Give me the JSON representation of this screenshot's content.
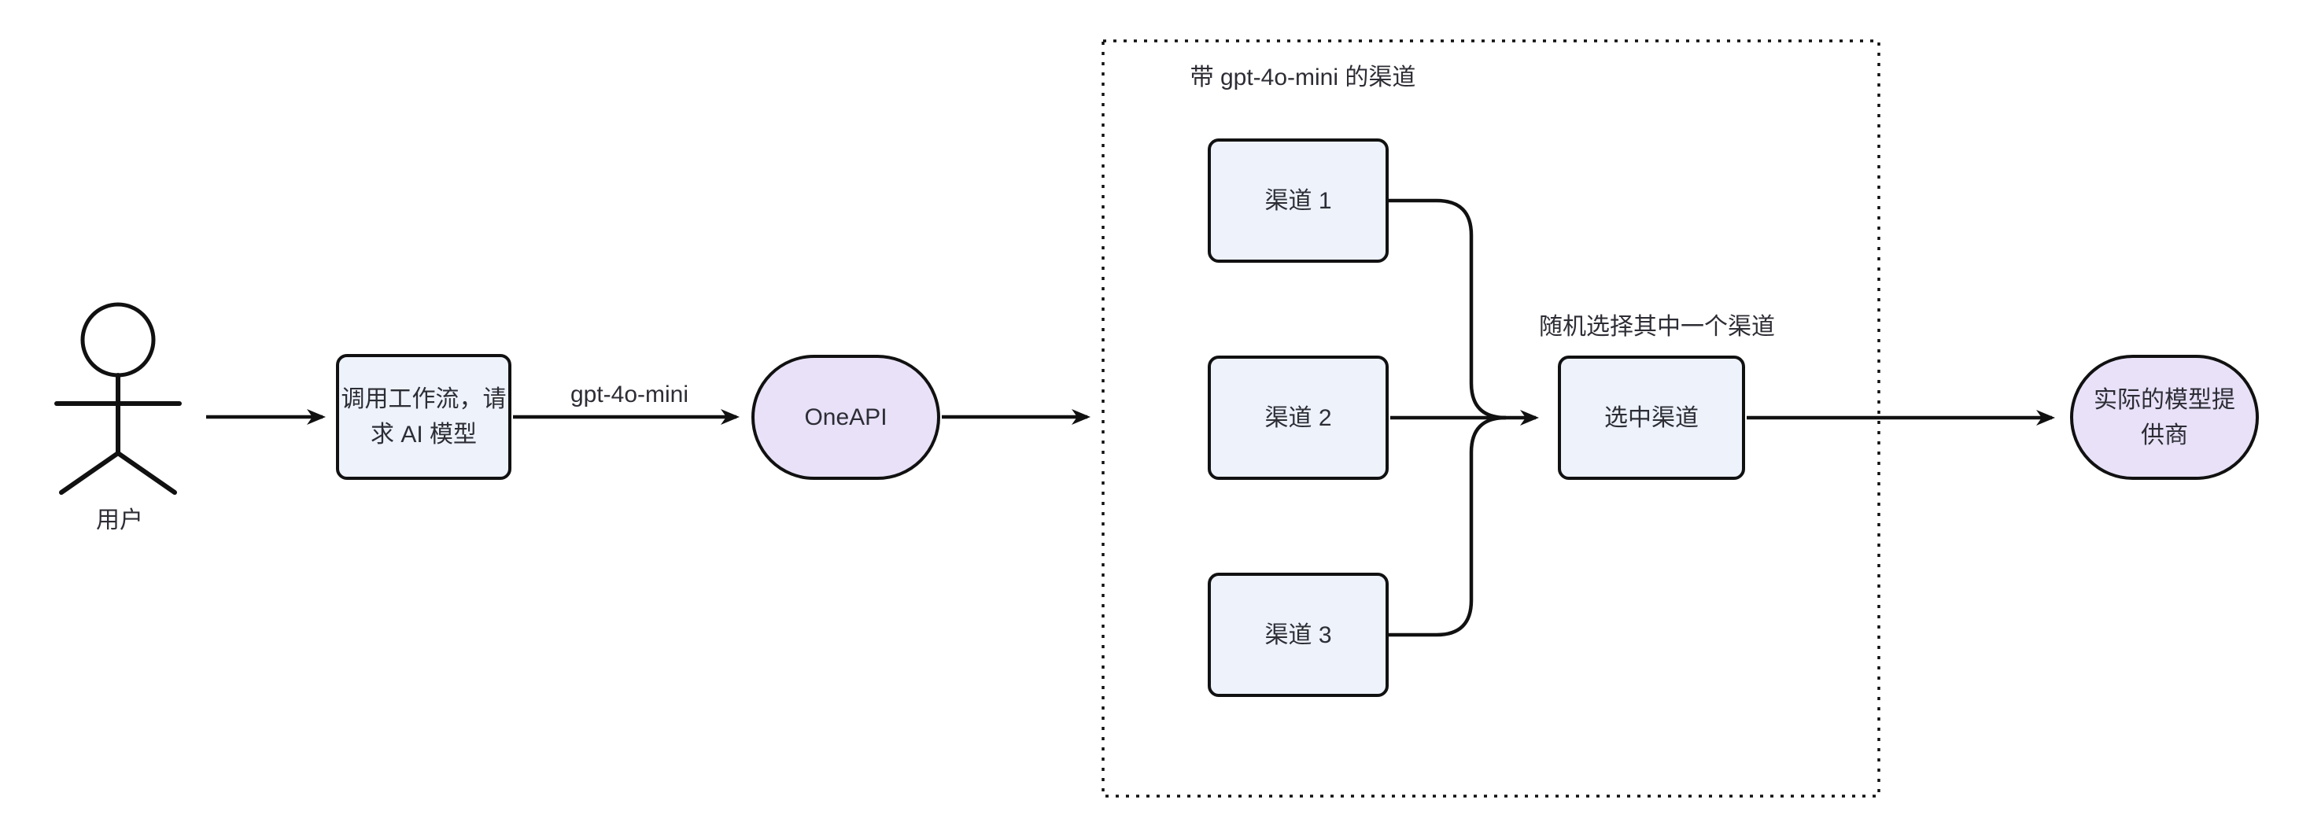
{
  "diagram": {
    "actor": {
      "label": "用户"
    },
    "nodes": {
      "workflow": {
        "lines": [
          "调用工作流，请",
          "求 AI 模型"
        ]
      },
      "oneapi": {
        "lines": [
          "OneAPI"
        ]
      },
      "channel1": {
        "lines": [
          "渠道 1"
        ]
      },
      "channel2": {
        "lines": [
          "渠道 2"
        ]
      },
      "channel3": {
        "lines": [
          "渠道 3"
        ]
      },
      "selected": {
        "lines": [
          "选中渠道"
        ]
      },
      "provider": {
        "lines": [
          "实际的模型提",
          "供商"
        ]
      }
    },
    "edge_labels": {
      "model": "gpt-4o-mini",
      "random_pick": "随机选择其中一个渠道"
    },
    "subgraph": {
      "title": "带 gpt-4o-mini 的渠道"
    },
    "colors": {
      "rect_fill": "#edf2fb",
      "stadium_fill": "#e8e1f8",
      "stroke": "#111111",
      "text": "#2d2d35"
    }
  }
}
